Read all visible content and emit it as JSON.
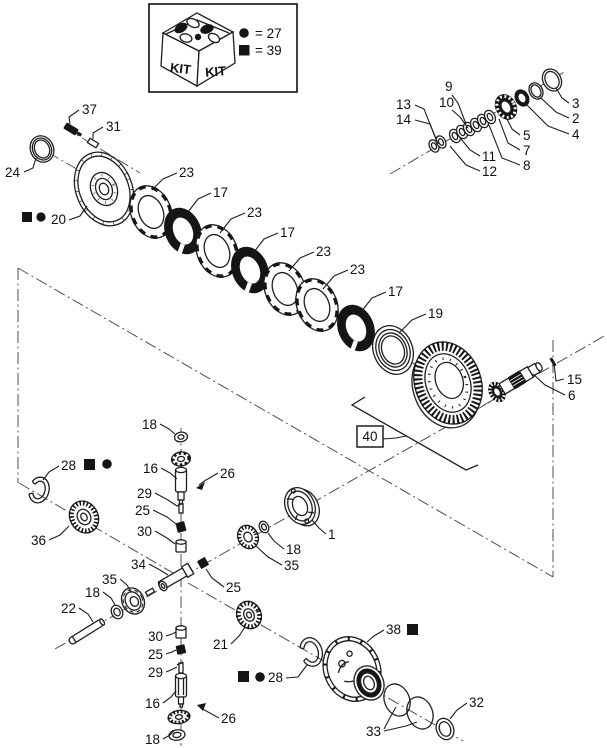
{
  "legend": {
    "kit_left": "KIT",
    "kit_right": "KIT",
    "dot_symbol": "●",
    "square_symbol": "■",
    "dot_value": "= 27",
    "square_value": "= 39"
  },
  "colors": {
    "ink": "#1f1f1f",
    "paper": "#ffffff"
  },
  "callouts": {
    "k13": "13",
    "k14": "14",
    "k9": "9",
    "k10": "10",
    "k11": "11",
    "k12": "12",
    "k5": "5",
    "k7": "7",
    "k8": "8",
    "k3": "3",
    "k2": "2",
    "k4": "4",
    "k37": "37",
    "k31": "31",
    "k24": "24",
    "k20": "20",
    "k23a": "23",
    "k17a": "17",
    "k23b": "23",
    "k17b": "17",
    "k23c": "23",
    "k23d": "23",
    "k17c": "17",
    "k19": "19",
    "k15": "15",
    "k6": "6",
    "k40": "40",
    "k28a": "28",
    "k36": "36",
    "k18t": "18",
    "k16a": "16",
    "k26a": "26",
    "k29a": "29",
    "k25a": "25",
    "k30a": "30",
    "k34": "34",
    "k35a": "35",
    "k18a": "18",
    "k25b": "25",
    "k1": "1",
    "k22": "22",
    "k18b": "18",
    "k35b": "35",
    "k30b": "30",
    "k25c": "25",
    "k29b": "29",
    "k16b": "16",
    "k18c": "18",
    "k26b": "26",
    "k28b": "28",
    "k21": "21",
    "k38": "38",
    "k33": "33",
    "k32": "32"
  }
}
